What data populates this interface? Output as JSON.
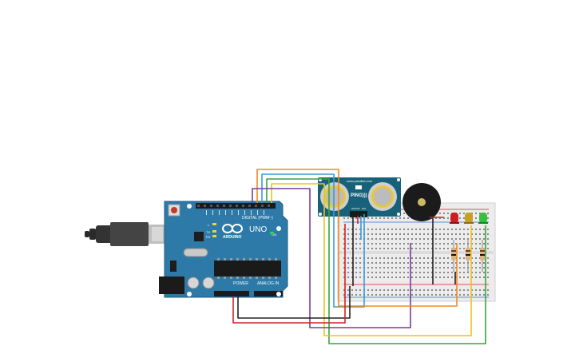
{
  "arduino": {
    "logo_text": "ARDUINO",
    "model": "UNO",
    "digital_label": "DIGITAL (PWM~)",
    "power_label": "POWER",
    "analog_label": "ANALOG IN",
    "on_label": "ON",
    "tx_label": "TX",
    "rx_label": "RX",
    "l_label": "L"
  },
  "sensor": {
    "model": "PING)))",
    "url_text": "www.parallax.com",
    "pins": [
      "GND",
      "5V",
      "SIG"
    ]
  },
  "colors": {
    "board": "#2d7aa8",
    "board_dark": "#1f5f86",
    "sensor": "#17627a",
    "breadboard": "#ececec",
    "wire_red": "#d0232a",
    "wire_black": "#222222",
    "wire_orange": "#f08a1c",
    "wire_blue": "#3a9ad9",
    "wire_green": "#3ba33b",
    "wire_yellow": "#e8c51d",
    "wire_purple": "#7a3b9a",
    "led_red": "#cc2020",
    "led_yellow": "#c8a020",
    "led_green": "#2ec53c"
  },
  "icons": [
    "usb-cable-icon",
    "infinity-logo-icon",
    "piezo-buzzer-icon"
  ]
}
